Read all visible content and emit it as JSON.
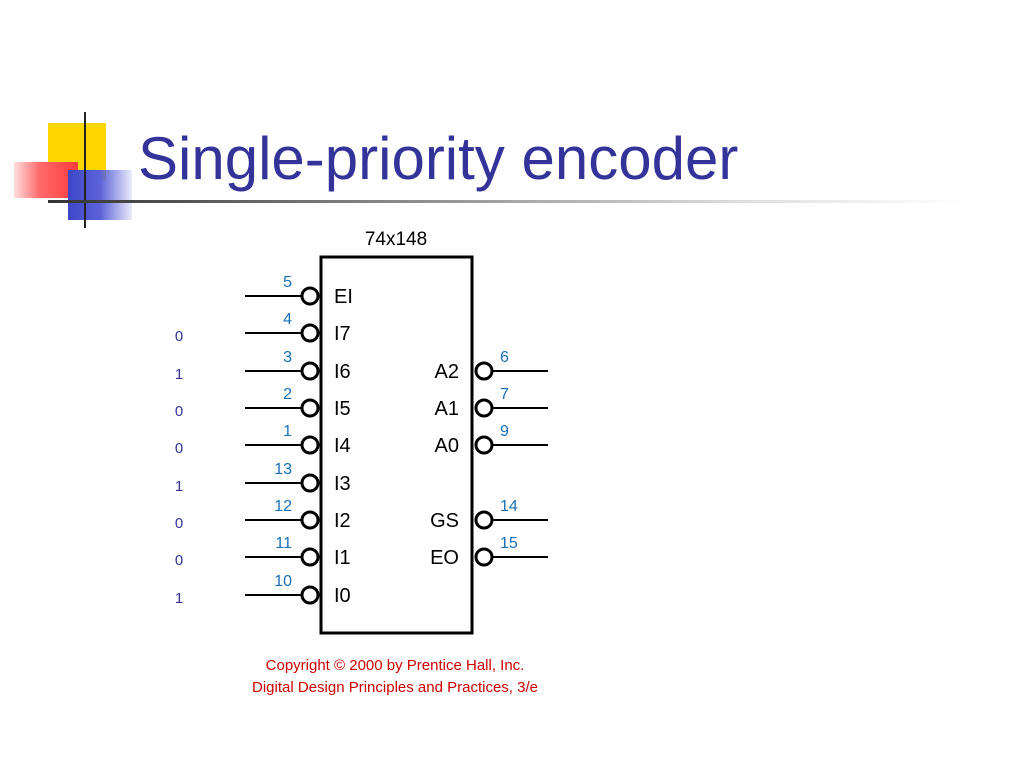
{
  "title": "Single-priority encoder",
  "chip": {
    "name": "74x148",
    "inputs": [
      {
        "label": "EI",
        "pin": "5"
      },
      {
        "label": "I7",
        "pin": "4"
      },
      {
        "label": "I6",
        "pin": "3"
      },
      {
        "label": "I5",
        "pin": "2"
      },
      {
        "label": "I4",
        "pin": "1"
      },
      {
        "label": "I3",
        "pin": "13"
      },
      {
        "label": "I2",
        "pin": "12"
      },
      {
        "label": "I1",
        "pin": "11"
      },
      {
        "label": "I0",
        "pin": "10"
      }
    ],
    "outputs": [
      {
        "label": "A2",
        "pin": "6"
      },
      {
        "label": "A1",
        "pin": "7"
      },
      {
        "label": "A0",
        "pin": "9"
      },
      {
        "label": "GS",
        "pin": "14"
      },
      {
        "label": "EO",
        "pin": "15"
      }
    ]
  },
  "input_values": [
    "0",
    "1",
    "0",
    "0",
    "1",
    "0",
    "0",
    "1"
  ],
  "copyright": {
    "line1": "Copyright © 2000 by Prentice Hall, Inc.",
    "line2": "Digital Design Principles and Practices, 3/e"
  },
  "colors": {
    "title": "#333399",
    "pin_numbers": "#1a6fb5",
    "copyright": "#cc0000",
    "input_values": "#333399"
  }
}
